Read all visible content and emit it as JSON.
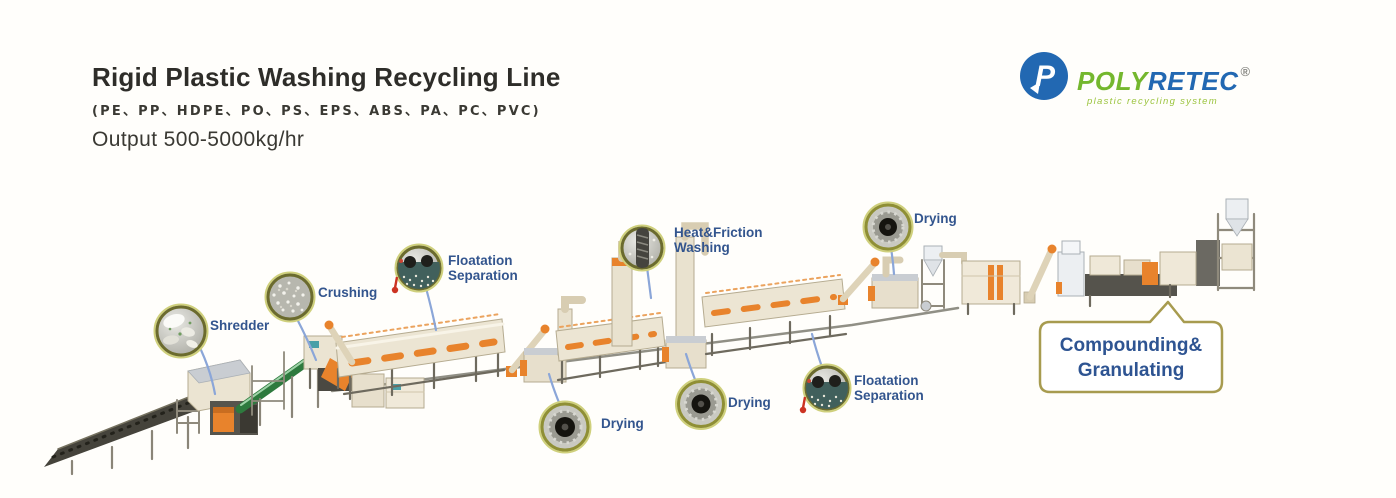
{
  "header": {
    "title": "Rigid Plastic Washing Recycling Line",
    "materials": "(PE、PP、HDPE、PO、PS、EPS、ABS、PA、PC、PVC)",
    "output": "Output 500-5000kg/hr"
  },
  "logo": {
    "monogram": "P",
    "name_part1": "POLY",
    "name_part2": "RETEC",
    "registered_mark": "®",
    "tagline": "plastic recycling system"
  },
  "process_callouts": [
    {
      "id": "shredder",
      "line1": "Shredder",
      "line2": ""
    },
    {
      "id": "crushing",
      "line1": "Crushing",
      "line2": ""
    },
    {
      "id": "floatation-separation-1",
      "line1": "Floatation",
      "line2": "Separation"
    },
    {
      "id": "heat-friction-washing",
      "line1": "Heat&Friction",
      "line2": "Washing"
    },
    {
      "id": "drying-top",
      "line1": "Drying",
      "line2": ""
    },
    {
      "id": "drying-bottom-1",
      "line1": "Drying",
      "line2": ""
    },
    {
      "id": "drying-bottom-2",
      "line1": "Drying",
      "line2": ""
    },
    {
      "id": "floatation-separation-2",
      "line1": "Floatation",
      "line2": "Separation"
    }
  ],
  "speech_bubble": {
    "line1": "Compounding&",
    "line2": "Granulating"
  },
  "colors": {
    "label_blue": "#33558E",
    "bubble_text_blue": "#2E5492",
    "bubble_border_olive": "#A79B4F",
    "callout_ring_olive": "#7D7D30",
    "connector_blue": "#8BA6D8",
    "logo_green": "#74B72E",
    "logo_blue": "#2268B2",
    "machine_orange": "#E8832C",
    "machine_beige": "#ECE5D3",
    "conveyor_green": "#2E7A3E"
  }
}
